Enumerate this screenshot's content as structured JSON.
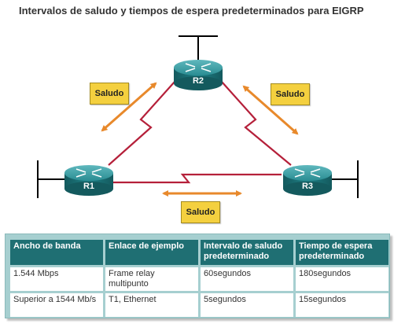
{
  "title": "Intervalos de saludo y tiempos de espera predeterminados para EIGRP",
  "routers": [
    "R2",
    "R1",
    "R3"
  ],
  "hello_label": "Saludo",
  "table": {
    "headers": [
      "Ancho de banda",
      "Enlace de ejemplo",
      "Intervalo de saludo predeterminado",
      "Tiempo de espera predeterminado"
    ],
    "rows": [
      [
        "1.544 Mbps",
        "Frame relay multipunto",
        "60segundos",
        "180segundos"
      ],
      [
        "Superior a 1544 Mb/s",
        "T1, Ethernet",
        "5segundos",
        "15segundos"
      ]
    ]
  },
  "colors": {
    "router_body": "#1e7f85",
    "link": "#b5203a",
    "hello_arrow": "#e8892b",
    "hello_box": "#f4d03f",
    "table_header": "#1f6f73",
    "table_frame": "#a6cfd0"
  },
  "icons": [
    "router-icon",
    "serial-link-icon",
    "double-arrow-icon"
  ]
}
